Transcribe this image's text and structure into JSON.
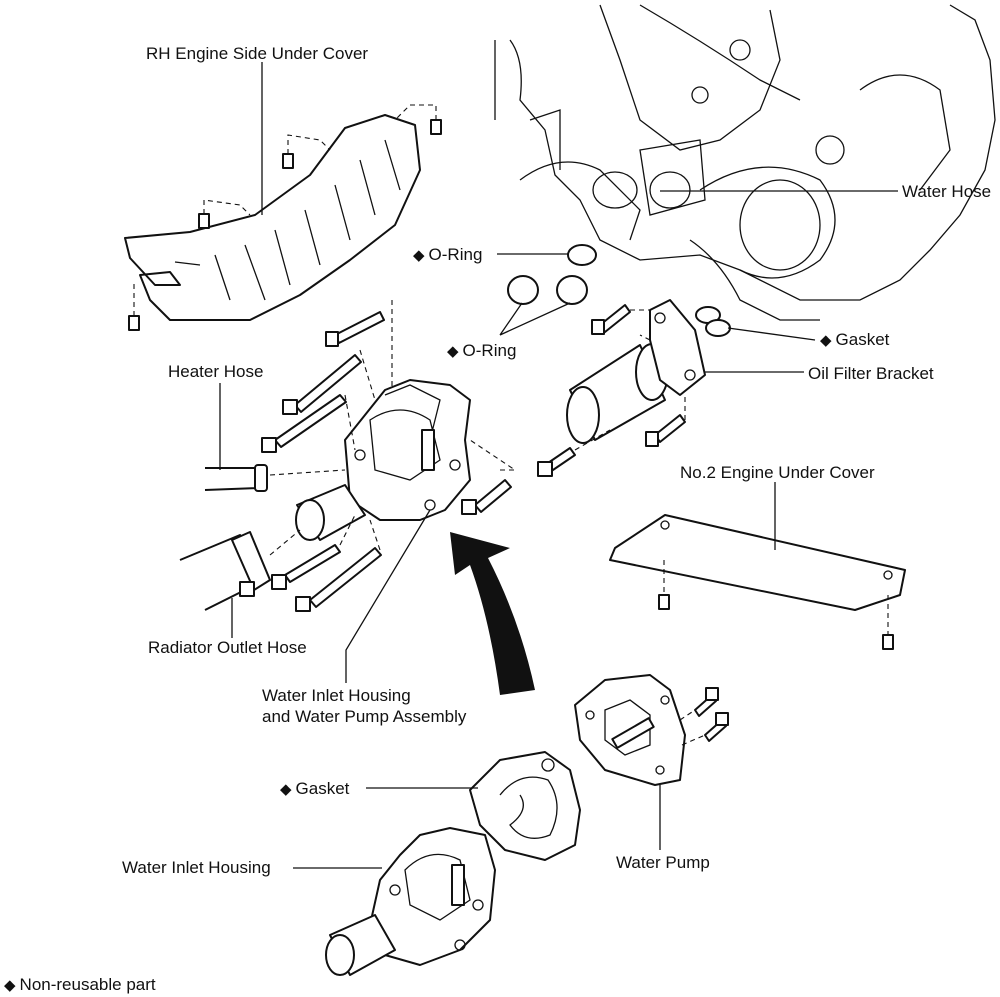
{
  "labels": {
    "rh_under_cover": "RH Engine Side Under Cover",
    "water_hose": "Water Hose",
    "o_ring_upper": "O-Ring",
    "o_ring_lower": "O-Ring",
    "gasket_right": "Gasket",
    "heater_hose": "Heater Hose",
    "oil_filter_bracket": "Oil Filter Bracket",
    "no2_under_cover": "No.2 Engine Under Cover",
    "radiator_outlet_hose": "Radiator Outlet Hose",
    "assembly_line1": "Water Inlet Housing",
    "assembly_line2": "and Water Pump Assembly",
    "gasket_lower": "Gasket",
    "water_inlet_housing": "Water Inlet Housing",
    "water_pump": "Water Pump",
    "legend": "Non-reusable part"
  },
  "symbols": {
    "non_reusable": "◆"
  }
}
